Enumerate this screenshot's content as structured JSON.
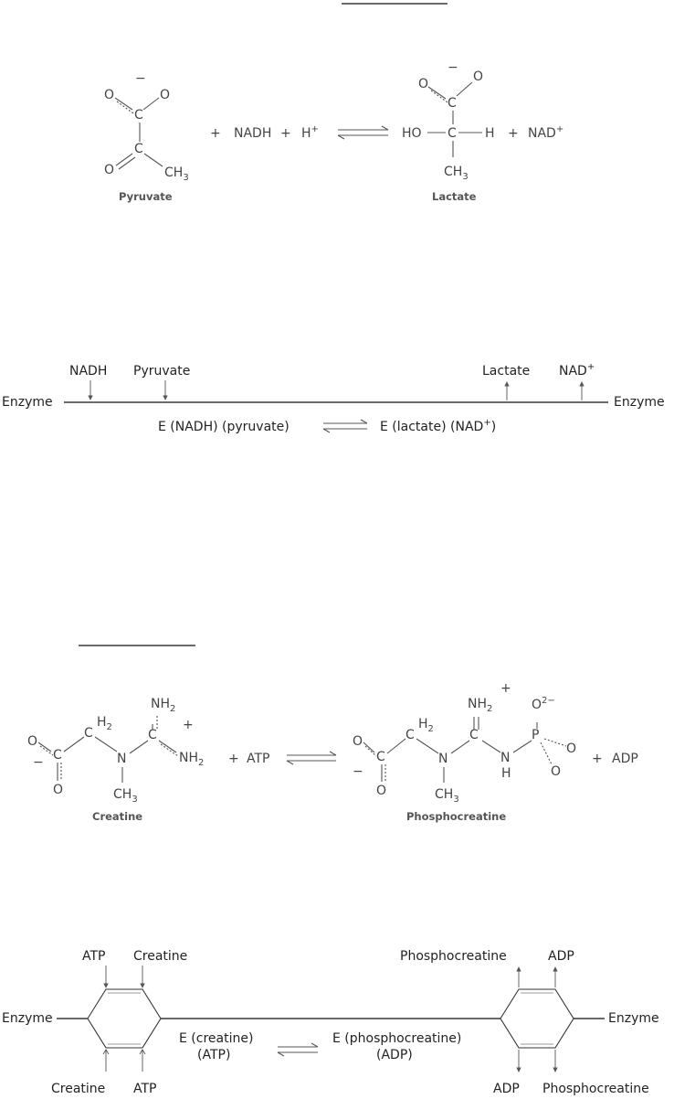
{
  "reaction1": {
    "pyruvate_label": "Pyruvate",
    "lactate_label": "Lactate",
    "eq_plus1": "+",
    "eq_nadh": "NADH",
    "eq_plus2": "+",
    "eq_h": "H",
    "eq_h_charge": "+",
    "eq_plus3": "+",
    "eq_nad": "NAD",
    "eq_nad_charge": "+",
    "ho": "HO",
    "h": "H",
    "c": "C",
    "o": "O",
    "ch": "CH",
    "three": "3",
    "minus": "−"
  },
  "mechanism1": {
    "enzyme_left": "Enzyme",
    "enzyme_right": "Enzyme",
    "nadh": "NADH",
    "pyruvate": "Pyruvate",
    "lactate": "Lactate",
    "nad": "NAD",
    "nad_charge": "+",
    "complex_left": "E (NADH) (pyruvate)",
    "complex_right_a": "E (lactate) (NAD",
    "complex_right_charge": "+",
    "complex_right_b": ")"
  },
  "reaction2": {
    "creatine_label": "Creatine",
    "phosphocreatine_label": "Phosphocreatine",
    "nh2": "NH",
    "two": "2",
    "plus": "+",
    "atp": "ATP",
    "adp": "ADP",
    "n": "N",
    "h": "H",
    "p": "P",
    "o2": "O",
    "o2_charge": "2−"
  },
  "mechanism2": {
    "enzyme_left": "Enzyme",
    "enzyme_right": "Enzyme",
    "atp_in_top": "ATP",
    "creatine_in_top": "Creatine",
    "creatine_in_bottom": "Creatine",
    "atp_in_bottom": "ATP",
    "phosphocreatine_out_top": "Phosphocreatine",
    "adp_out_top": "ADP",
    "adp_out_bottom": "ADP",
    "phosphocreatine_out_bottom": "Phosphocreatine",
    "complex_left_1": "E (creatine)",
    "complex_left_2": "(ATP)",
    "complex_right_1": "E (phosphocreatine)",
    "complex_right_2": "(ADP)"
  }
}
